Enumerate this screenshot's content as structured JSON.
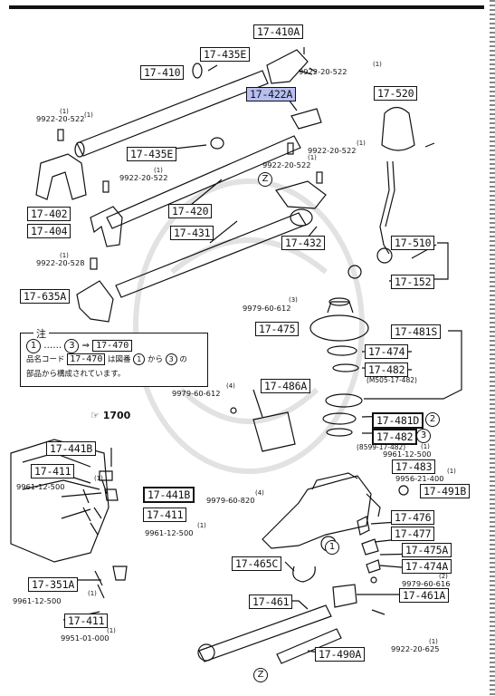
{
  "labels": {
    "p17_410A": "17-410A",
    "p17_435E_top": "17-435E",
    "p17_410": "17-410",
    "p17_422A": "17-422A",
    "p17_520": "17-520",
    "p17_435E_mid": "17-435E",
    "p17_402": "17-402",
    "p17_404": "17-404",
    "p17_420": "17-420",
    "p17_431": "17-431",
    "p17_432": "17-432",
    "p17_510": "17-510",
    "p17_152": "17-152",
    "p17_635A": "17-635A",
    "p17_475": "17-475",
    "p17_481S": "17-481S",
    "p17_474": "17-474",
    "p17_482": "17-482",
    "p17_486A": "17-486A",
    "p17_481D": "17-481D",
    "p17_482b": "17-482",
    "p17_483": "17-483",
    "p17_491B": "17-491B",
    "p17_441B_top": "17-441B",
    "p17_411_a": "17-411",
    "p17_441B": "17-441B",
    "p17_411_b": "17-411",
    "p17_476": "17-476",
    "p17_477": "17-477",
    "p17_475A": "17-475A",
    "p17_474A": "17-474A",
    "p17_465C": "17-465C",
    "p17_351A": "17-351A",
    "p17_411_c": "17-411",
    "p17_461": "17-461",
    "p17_461A": "17-461A",
    "p17_490A": "17-490A"
  },
  "small": {
    "s1": "9922-20-522",
    "s2": "9922-20-522",
    "s3": "9922-20-522",
    "s4": "9922-20-522",
    "s5": "9922-20-522",
    "s6": "9922-20-528",
    "s7": "9979-60-612",
    "s8": "9979-60-612",
    "s9": "(M505-17-482)",
    "s10": "(8599-17-482)",
    "s11": "9961-12-500",
    "s12": "9956-21-400",
    "s13": "9961-12-500",
    "s14": "9961-12-500",
    "s15": "9979-60-820",
    "s16": "9979-60-616",
    "s17": "9961-12-500",
    "s18": "9951-01-000",
    "s19": "9922-20-625"
  },
  "qty": {
    "q1": "(1)",
    "q2": "(1)",
    "q3": "(1)",
    "q4": "(1)",
    "q5": "(1)",
    "q6": "(1)",
    "q7": "(3)",
    "q8": "(4)",
    "q9": "(1)",
    "q10": "(1)",
    "q11": "(1)",
    "q12": "(1)",
    "q13": "(4)",
    "q14": "(2)",
    "q15": "(1)",
    "q16": "(1)",
    "q17": "(1)",
    "q18": "(1)"
  },
  "circles": {
    "c1": "2",
    "c2": "3",
    "c3": "1",
    "c4": "1",
    "z1": "Z",
    "z2": "Z"
  },
  "note": {
    "title": "注",
    "from": "1",
    "to": "3",
    "arrow_text": "⇒",
    "part": "17-470",
    "dots": "……",
    "line2_a": "品名コード",
    "line2_part": "17-470",
    "line2_b": "は図番",
    "line2_c": "から",
    "line2_d": "の",
    "line3": "部品から構成されています。"
  },
  "ref": {
    "text": "☞ 1700"
  }
}
